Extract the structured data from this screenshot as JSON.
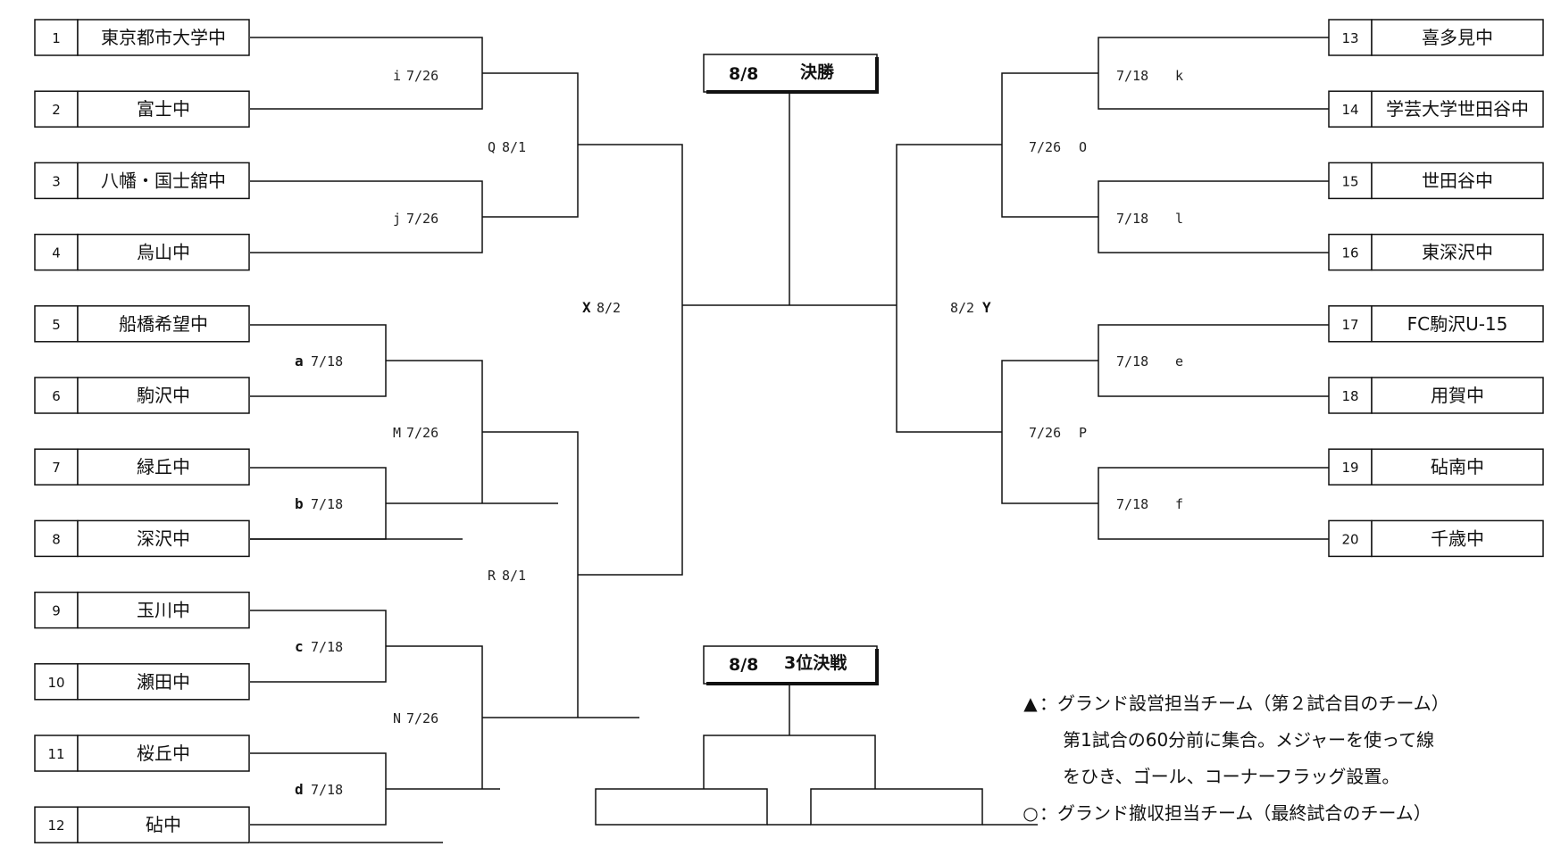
{
  "teams": [
    {
      "seed": "1",
      "name": "東京都市大学中"
    },
    {
      "seed": "2",
      "name": "富士中"
    },
    {
      "seed": "3",
      "name": "八幡・国士舘中"
    },
    {
      "seed": "4",
      "name": "烏山中"
    },
    {
      "seed": "5",
      "name": "船橋希望中"
    },
    {
      "seed": "6",
      "name": "駒沢中"
    },
    {
      "seed": "7",
      "name": "緑丘中"
    },
    {
      "seed": "8",
      "name": "深沢中"
    },
    {
      "seed": "9",
      "name": "玉川中"
    },
    {
      "seed": "10",
      "name": "瀬田中"
    },
    {
      "seed": "11",
      "name": "桜丘中"
    },
    {
      "seed": "12",
      "name": "砧中"
    },
    {
      "seed": "13",
      "name": "喜多見中"
    },
    {
      "seed": "14",
      "name": "学芸大学世田谷中"
    },
    {
      "seed": "15",
      "name": "世田谷中"
    },
    {
      "seed": "16",
      "name": "東深沢中"
    },
    {
      "seed": "17",
      "name": "FC駒沢U-15"
    },
    {
      "seed": "18",
      "name": "用賀中"
    },
    {
      "seed": "19",
      "name": "砧南中"
    },
    {
      "seed": "20",
      "name": "千歳中"
    }
  ],
  "matches": {
    "i": {
      "id": "i",
      "date": "7/26"
    },
    "j": {
      "id": "j",
      "date": "7/26"
    },
    "Q": {
      "id": "Q",
      "date": "8/1"
    },
    "a": {
      "id": "a",
      "date": "7/18"
    },
    "b": {
      "id": "b",
      "date": "7/18"
    },
    "M": {
      "id": "M",
      "date": "7/26"
    },
    "R": {
      "id": "R",
      "date": "8/1"
    },
    "c": {
      "id": "c",
      "date": "7/18"
    },
    "d": {
      "id": "d",
      "date": "7/18"
    },
    "N": {
      "id": "N",
      "date": "7/26"
    },
    "X": {
      "id": "X",
      "date": "8/2"
    },
    "Y": {
      "id": "Y",
      "date": "8/2"
    },
    "k": {
      "id": "k",
      "date": "7/18"
    },
    "l": {
      "id": "l",
      "date": "7/18"
    },
    "O": {
      "id": "O",
      "date": "7/26"
    },
    "e": {
      "id": "e",
      "date": "7/18"
    },
    "f": {
      "id": "f",
      "date": "7/18"
    },
    "P": {
      "id": "P",
      "date": "7/26"
    }
  },
  "final": {
    "date": "8/8",
    "label": "決勝"
  },
  "third_place": {
    "date": "8/8",
    "label": "3位決戦"
  },
  "notes": {
    "ground_setup_symbol": "▲",
    "ground_setup_line1": "：グランド設営担当チーム（第２試合目のチーム）",
    "ground_setup_line2": "第1試合の60分前に集合。メジャーを使って線",
    "ground_setup_line3": "をひき、ゴール、コーナーフラッグ設置。",
    "ground_cleanup_symbol": "○",
    "ground_cleanup_line1": "：グランド撤収担当チーム（最終試合のチーム）"
  }
}
